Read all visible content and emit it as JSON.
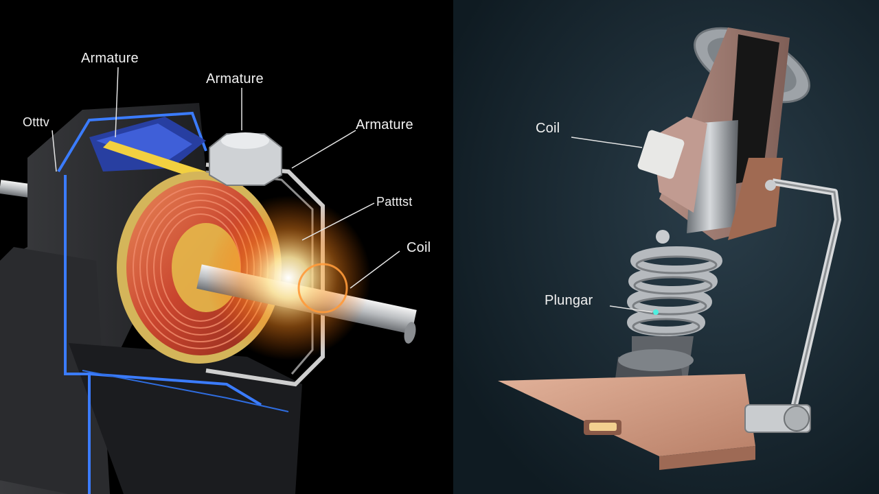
{
  "labels": {
    "armature_top_left": "Armature",
    "armature_top_center": "Armature",
    "armature_right": "Armature",
    "outlet_left": "Otttv",
    "partial": "Patttst",
    "coil_left": "Coil",
    "coil_right": "Coil",
    "plunger": "Plungar"
  },
  "colors": {
    "left_background": "#000000",
    "right_background": "#1c2d38",
    "coil_copper": "#d2503a",
    "coil_gold": "#e8c060",
    "housing_blue": "#2f6de0",
    "plate_copper": "#d9a58c",
    "metal": "#b8bcc0"
  }
}
